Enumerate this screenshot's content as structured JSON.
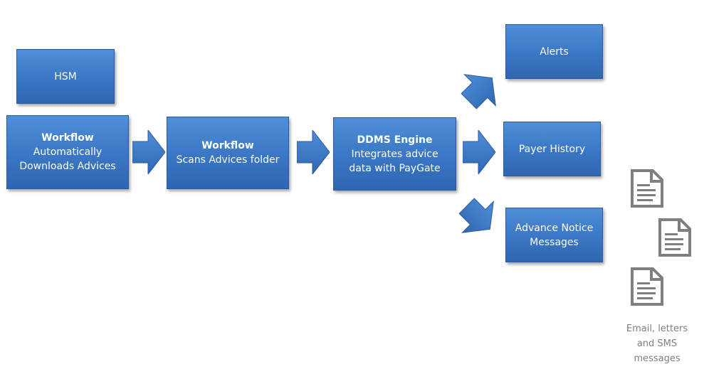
{
  "boxes": {
    "hsm": {
      "line1": "HSM"
    },
    "workflow1": {
      "title": "Workflow",
      "line1": "Automatically",
      "line2": "Downloads Advices"
    },
    "workflow2": {
      "title": "Workflow",
      "line1": "Scans Advices folder"
    },
    "ddms": {
      "title": "DDMS Engine",
      "line1": "Integrates advice",
      "line2": "data with PayGate"
    },
    "alerts": {
      "line1": "Alerts"
    },
    "payer_history": {
      "line1": "Payer History"
    },
    "advance_notice": {
      "line1": "Advance Notice",
      "line2": "Messages"
    }
  },
  "caption": {
    "line1": "Email, letters",
    "line2": "and SMS",
    "line3": "messages"
  },
  "colors": {
    "box": "#3a76c4",
    "arrow": "#3a76c4",
    "doc_icon": "#7f7f7f"
  },
  "icons": [
    "arrow-right-icon",
    "arrow-up-right-icon",
    "arrow-down-right-icon",
    "document-icon"
  ]
}
